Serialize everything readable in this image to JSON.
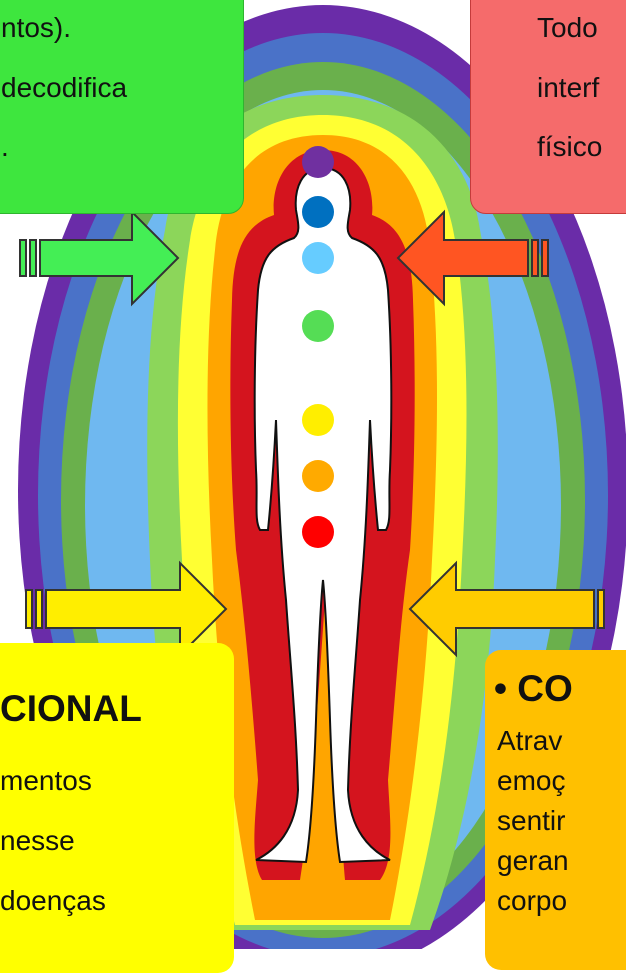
{
  "colors": {
    "green_box": "#3ee63e",
    "red_box": "#f56b6b",
    "yellow_box": "#ffff00",
    "gold_box": "#ffc000",
    "arrow_green": "#44ee55",
    "arrow_orange": "#ff5522",
    "arrow_yellow": "#ffee00",
    "arrow_gold": "#ffcc00"
  },
  "chakras": [
    "#7030a0",
    "#0070c0",
    "#66ccff",
    "#55dd55",
    "#ffee00",
    "#ffaa00",
    "#ff0000"
  ],
  "boxes": {
    "top_left": {
      "lines": [
        "ntos).",
        "decodifica",
        "."
      ]
    },
    "top_right": {
      "lines": [
        "Todo",
        "interf",
        "físico"
      ]
    },
    "bottom_left": {
      "heading": "CIONAL",
      "lines": [
        "mentos",
        "nesse",
        "doenças"
      ]
    },
    "bottom_right": {
      "heading": "• CO",
      "lines": [
        "Atrav",
        "emoç",
        "sentir",
        "geran",
        "corpo"
      ]
    }
  }
}
